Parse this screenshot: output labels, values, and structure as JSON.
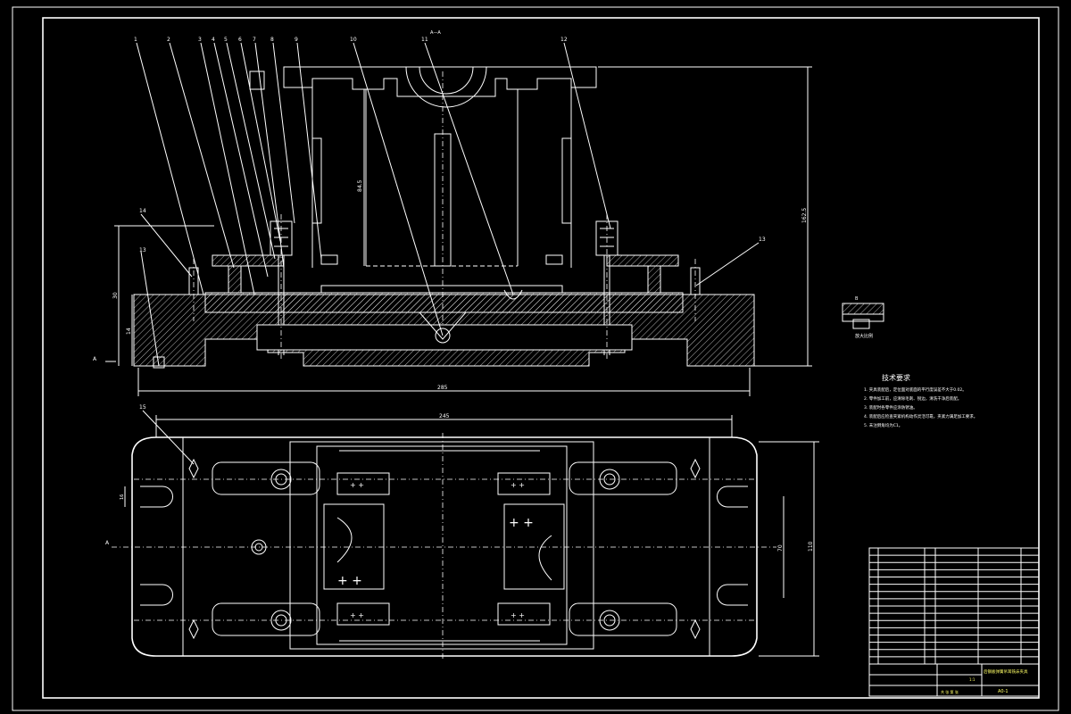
{
  "section_label": "A—A",
  "detail_label": "B",
  "detail_sublabel": "放大比例",
  "view_arrow_left": "A",
  "view_arrow_bottom": "A",
  "part_numbers_top": [
    "1",
    "2",
    "3",
    "4",
    "5",
    "6",
    "7",
    "8",
    "9",
    "10",
    "11",
    "12"
  ],
  "part_numbers_left": [
    "14",
    "13"
  ],
  "part_numbers_right": [
    "13"
  ],
  "plan_part_number": "15",
  "dimensions": {
    "overall_length": "285",
    "plan_length": "245",
    "total_height": "162.5",
    "inner_height": "84.5",
    "base_height": "30",
    "base_inner": "14",
    "plan_width": "110",
    "plan_inner": "70",
    "slot": "16"
  },
  "tech_requirements": {
    "title": "技术要求",
    "items": [
      "1. 夹具装配后，定位面对底面的平行度误差不大于0.02。",
      "2. 零件加工前，应清除毛刺、锐边，清洗干净后装配。",
      "3. 装配时各零件应涂防锈油。",
      "4. 装配后应检查夹紧机构动作灵活可靠，夹紧力满足加工要求。",
      "5. 未注倒角均为C1。"
    ]
  },
  "title_block": {
    "title": "后钢板弹簧吊耳铣床夹具",
    "drawing_no": "A0-1",
    "scale": "1:1",
    "sheet": "共 张 第 张"
  }
}
